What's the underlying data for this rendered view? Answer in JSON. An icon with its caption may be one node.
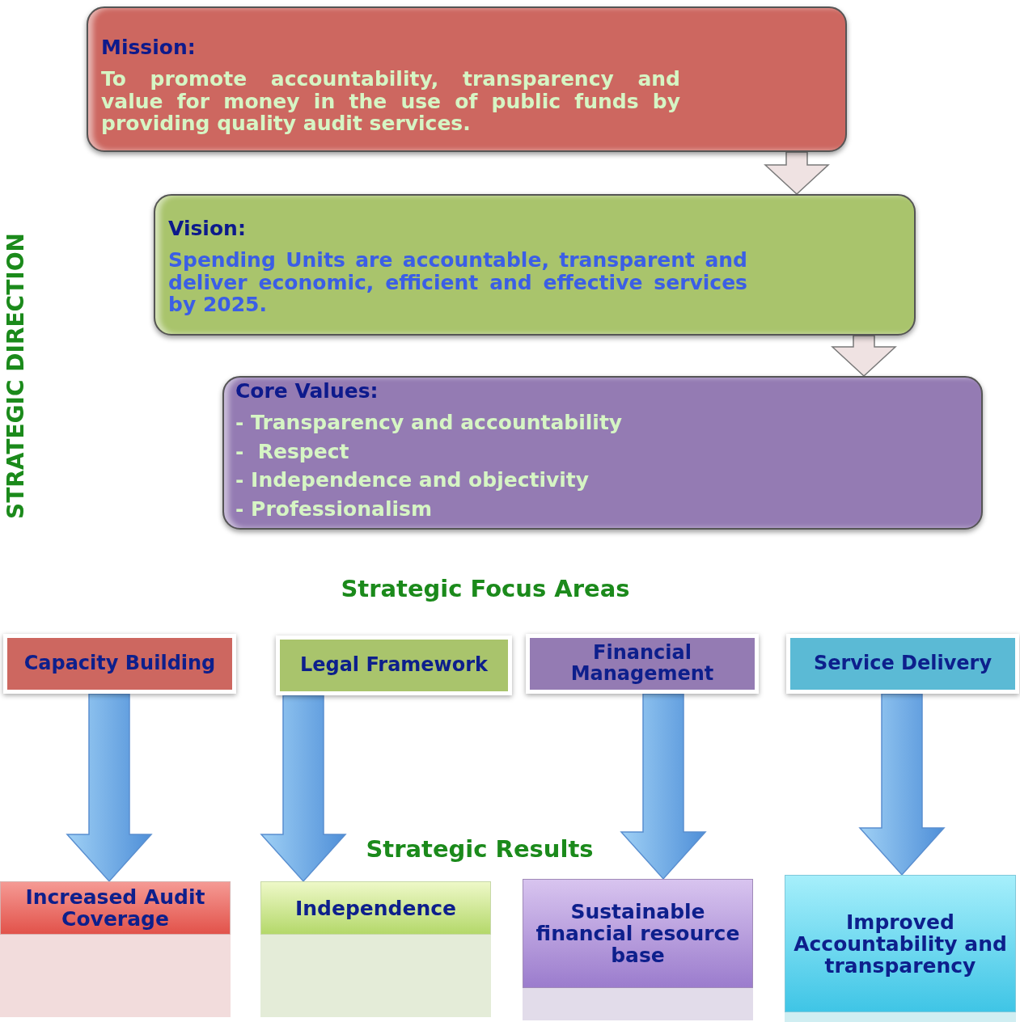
{
  "diagram": {
    "nodes": [
      {
        "text": [
          "Mission:",
          "To promote accountability, transparency and value for money in the use of public funds by providing quality audit services."
        ]
      },
      {
        "text": [
          "Vision:",
          "Spending Units are accountable, transparent and deliver economic, efficient and effective services by 2025."
        ]
      },
      {
        "text": [
          "Core Values:",
          "- Transparency and accountability",
          "-  Respect",
          "- Independence and objectivity",
          "- Professionalism"
        ]
      },
      {
        "text": [
          "Capacity Building"
        ]
      },
      {
        "text": [
          "Legal Framework"
        ]
      },
      {
        "text": [
          "Financial Management"
        ]
      },
      {
        "text": [
          "Service Delivery"
        ]
      },
      {
        "text": [
          "Increased Audit Coverage"
        ]
      },
      {
        "text": [
          "Independence"
        ]
      },
      {
        "text": [
          "Sustainable financial resource base"
        ]
      },
      {
        "text": [
          "Improved Accountability and transparency"
        ]
      }
    ],
    "edges": [
      {
        "from": 0,
        "to": 1,
        "arrow": "to",
        "color": "#efe2e2"
      },
      {
        "from": 1,
        "to": 2,
        "arrow": "to",
        "color": "#efe2e2"
      },
      {
        "from": 3,
        "to": 7,
        "arrow": "to"
      },
      {
        "from": 4,
        "to": 8,
        "arrow": "to"
      },
      {
        "from": 5,
        "to": 9,
        "arrow": "to"
      },
      {
        "from": 6,
        "to": 10,
        "arrow": "to"
      }
    ],
    "labels": [
      "STRATEGIC DIRECTION",
      "Strategic Focus Areas",
      "Strategic Results"
    ]
  }
}
